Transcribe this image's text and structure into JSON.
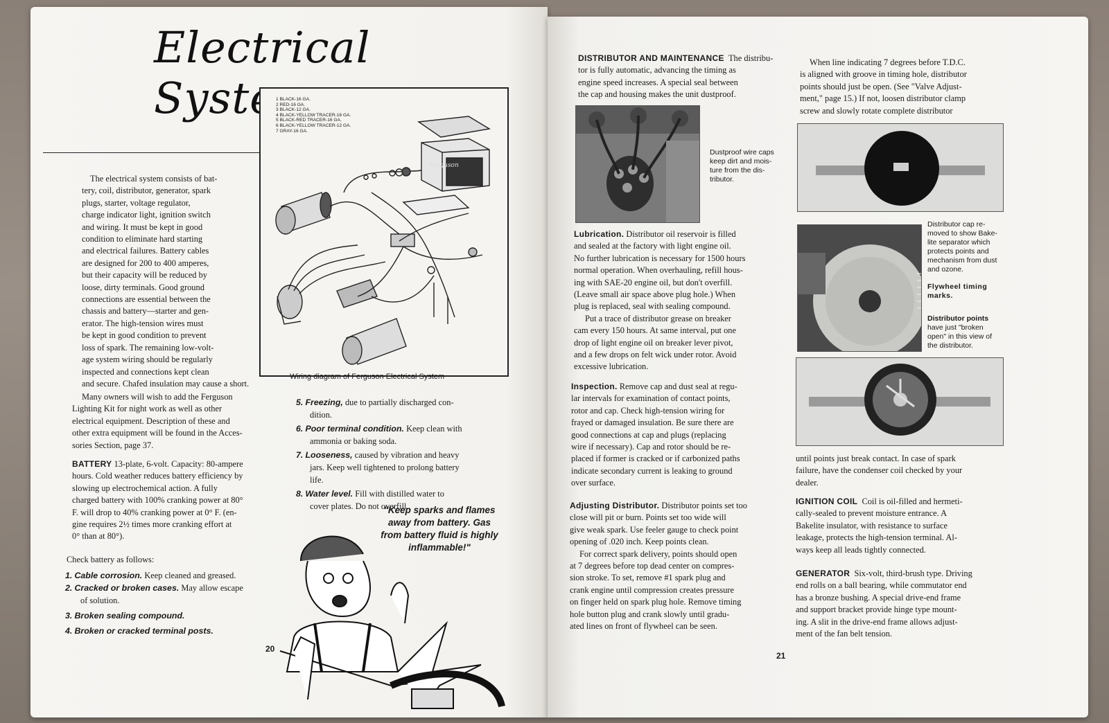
{
  "left": {
    "title": "Electrical System",
    "legend": [
      "1  BLACK-16 GA.",
      "2  RED-16 GA.",
      "3  BLACK-12 GA.",
      "4  BLACK-YELLOW TRACER-16 GA.",
      "5  BLACK-RED TRACER-16 GA.",
      "6  BLACK-YELLOW TRACER-12 GA.",
      "7  GRAY-16 GA."
    ],
    "battery_label": "Ferguson",
    "diagram_caption": "Wiring diagram of Ferguson Electrical System",
    "intro": [
      "The electrical system consists of bat-",
      "tery, coil, distributor, generator, spark",
      "plugs, starter, voltage regulator,",
      "charge indicator light, ignition switch",
      "and wiring. It must be kept in good",
      "condition to eliminate hard starting",
      "and electrical failures. Battery cables",
      "are designed for 200 to 400 amperes,",
      "but their capacity will be reduced by",
      "loose, dirty terminals. Good ground",
      "connections are essential between the",
      "chassis and battery—starter and gen-",
      "erator. The high-tension wires must",
      "be kept in good condition to prevent",
      "loss of spark. The remaining low-volt-",
      "age system wiring should be regularly",
      "inspected and connections kept clean",
      "and secure. Chafed insulation may cause a short."
    ],
    "owners": [
      "Many owners will wish to add the Ferguson",
      "Lighting Kit for night work as well as other",
      "electrical equipment. Description of these and",
      "other extra equipment will be found in the Acces-",
      "sories Section, page 37."
    ],
    "battery_heading": "BATTERY",
    "battery": [
      "13-plate, 6-volt. Capacity: 80-ampere",
      "hours. Cold weather reduces battery efficiency by",
      "slowing up electrochemical action. A fully",
      "charged battery with 100% cranking power at 80°",
      "F. will drop to 40% cranking power at 0° F. (en-",
      "gine requires 2½ times more cranking effort at",
      "0° than at 80°)."
    ],
    "check_intro": "Check battery as follows:",
    "checks_left": [
      {
        "num": "1.",
        "head": "Cable corrosion.",
        "text": "Keep cleaned and greased.",
        "cont": ""
      },
      {
        "num": "2.",
        "head": "Cracked or broken cases.",
        "text": "May allow escape",
        "cont": "of solution."
      },
      {
        "num": "3.",
        "head": "Broken sealing compound.",
        "text": "",
        "cont": ""
      },
      {
        "num": "4.",
        "head": "Broken or cracked terminal posts.",
        "text": "",
        "cont": ""
      }
    ],
    "checks_right": [
      {
        "num": "5.",
        "head": "Freezing,",
        "text": "due to partially discharged con-",
        "cont": "dition."
      },
      {
        "num": "6.",
        "head": "Poor terminal condition.",
        "text": "Keep clean with",
        "cont": "ammonia or baking soda."
      },
      {
        "num": "7.",
        "head": "Looseness,",
        "text": "caused by vibration and heavy",
        "cont": "jars. Keep well tightened to prolong battery",
        "cont2": "life."
      },
      {
        "num": "8.",
        "head": "Water level.",
        "text": "Fill with distilled water to",
        "cont": "cover plates. Do not overfill."
      }
    ],
    "quote": [
      "\"Keep sparks and flames",
      "away from battery. Gas",
      "from battery fluid is highly",
      "inflammable!\""
    ],
    "page_number": "20"
  },
  "right": {
    "dist_heading": "DISTRIBUTOR AND MAINTENANCE",
    "dist": [
      "The distribu-",
      "tor is fully automatic, advancing the timing as",
      "engine speed increases. A special seal between",
      "the cap and housing makes the unit dustproof."
    ],
    "photo1_caption": [
      "Dustproof wire caps",
      "keep dirt and mois-",
      "ture from the dis-",
      "tributor."
    ],
    "lub_heading": "Lubrication.",
    "lub": [
      "Distributor oil reservoir is filled",
      "and sealed at the factory with light engine oil.",
      "No further lubrication is necessary for 1500 hours",
      "normal operation. When overhauling, refill hous-",
      "ing with SAE-20 engine oil, but don't overfill.",
      "(Leave small air space above plug hole.) When",
      "plug is replaced, seal with sealing compound."
    ],
    "grease": [
      "Put a trace of distributor grease on breaker",
      "cam every 150 hours. At same interval, put one",
      "drop of light engine oil on breaker lever pivot,",
      "and a few drops on felt wick under rotor. Avoid",
      "excessive lubrication."
    ],
    "insp_heading": "Inspection.",
    "insp": [
      "Remove cap and dust seal at regu-",
      "lar intervals for examination of contact points,",
      "rotor and cap. Check high-tension wiring for",
      "frayed or damaged insulation. Be sure there are",
      "good connections at cap and plugs (replacing",
      "wire if necessary). Cap and rotor should be re-",
      "placed if former is cracked or if carbonized paths",
      "indicate secondary current is leaking to ground",
      "over surface."
    ],
    "adj_heading": "Adjusting Distributor.",
    "adj": [
      "Distributor points set too",
      "close will pit or burn. Points set too wide will",
      "give weak spark. Use feeler gauge to check point",
      "opening of .020 inch. Keep points clean."
    ],
    "spark": [
      "For correct spark delivery, points should open",
      "at 7 degrees before top dead center on compres-",
      "sion stroke. To set, remove #1 spark plug and",
      "crank engine until compression creates pressure",
      "on finger held on spark plug hole. Remove timing",
      "hole button plug and crank slowly until gradu-",
      "ated lines on front of flywheel can be seen."
    ],
    "tdc": [
      "When line indicating 7 degrees before T.D.C.",
      "is aligned with groove in timing hole, distributor",
      "points should just be open. (See \"Valve Adjust-",
      "ment,\" page 15.) If not, loosen distributor clamp",
      "screw and slowly rotate complete distributor"
    ],
    "cap_caption_a": [
      "Distributor cap re-",
      "moved to show Bake-",
      "lite separator which",
      "protects points and",
      "mechanism from dust",
      "and ozone."
    ],
    "cap_caption_b": [
      "Flywheel timing",
      "marks."
    ],
    "cap_caption_c": [
      "Distributor points",
      "have just \"broken",
      "open\" in this view of",
      "the distributor."
    ],
    "until": [
      "until points just break contact. In case of spark",
      "failure, have the condenser coil checked by your",
      "dealer."
    ],
    "ign_heading": "IGNITION COIL",
    "ign": [
      "Coil is oil-filled and hermeti-",
      "cally-sealed to prevent moisture entrance. A",
      "Bakelite insulator, with resistance to surface",
      "leakage, protects the high-tension terminal. Al-",
      "ways keep all leads tightly connected."
    ],
    "gen_heading": "GENERATOR",
    "gen": [
      "Six-volt, third-brush type. Driving",
      "end rolls on a ball bearing, while commutator end",
      "has a bronze bushing. A special drive-end frame",
      "and support bracket provide hinge type mount-",
      "ing. A slit in the drive-end frame allows adjust-",
      "ment of the fan belt tension."
    ],
    "page_number": "21"
  }
}
